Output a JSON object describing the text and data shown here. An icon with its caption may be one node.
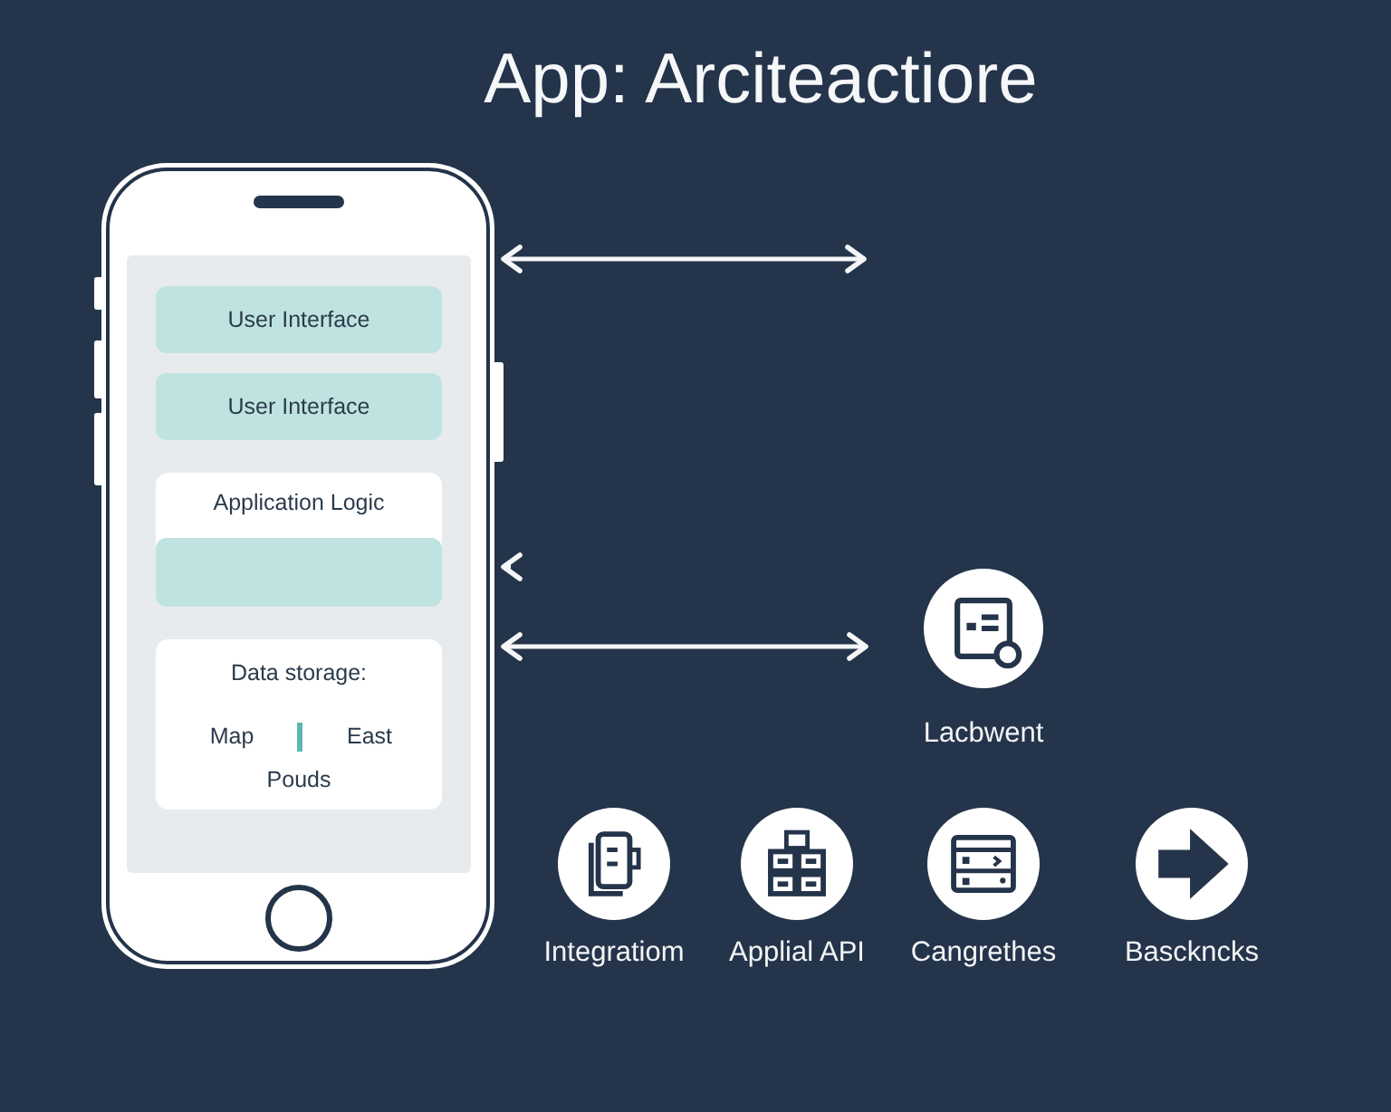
{
  "diagram": {
    "title": "App: Arciteactiore",
    "nodes": [
      {
        "text": [],
        "shape": "phone"
      },
      {
        "text": [
          "User Interface"
        ],
        "in": 0
      },
      {
        "text": [
          "User Interface"
        ],
        "in": 0
      },
      {
        "text": [
          "Application Logic"
        ],
        "in": 0
      },
      {
        "text": [],
        "shape": "box",
        "in": 3
      },
      {
        "text": [
          "Data storage:",
          "Map",
          "East",
          "Pouds"
        ],
        "in": 0
      },
      {
        "text": [
          "Lacbwent"
        ]
      },
      {
        "text": [
          "Integratiom"
        ]
      },
      {
        "text": [
          "Applial API"
        ]
      },
      {
        "text": [
          "Cangrethes"
        ]
      },
      {
        "text": [
          "Basckncks"
        ]
      }
    ],
    "edges": [
      {
        "from": 0,
        "to": null,
        "arrow": "both"
      },
      {
        "from": null,
        "to": 0,
        "arrow": "to"
      },
      {
        "from": 0,
        "to": 6,
        "arrow": "both"
      }
    ]
  }
}
